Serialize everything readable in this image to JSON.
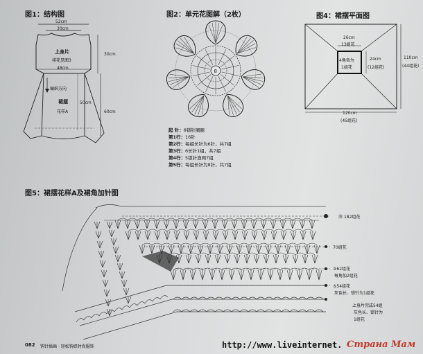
{
  "fig1": {
    "title": "图1：结构图",
    "dim_top1": "52cm",
    "dim_top2": "30cm",
    "upper_label": "上身片",
    "upper_sub": "排花见图3",
    "dim_mid": "48cm",
    "dim_right_top": "30cm",
    "direction": "编织方向",
    "dim_right_mid": "50cm",
    "dim_right_bot": "60cm",
    "skirt_label": "裙摆",
    "skirt_sub": "花样A"
  },
  "fig2": {
    "title": "图2：单元花图解（2枚）",
    "legend": [
      {
        "label": "起 针：",
        "text": "8锁针圈圈"
      },
      {
        "label": "第1行：",
        "text": "16针"
      },
      {
        "label": "第2行：",
        "text": "每组长针为6针，共7组"
      },
      {
        "label": "第3行：",
        "text": "6长针1组，共7组"
      },
      {
        "label": "第4行：",
        "text": "5锁针渔网7组"
      },
      {
        "label": "第5行：",
        "text": "每组长针为8针，共7组"
      }
    ]
  },
  "fig4": {
    "title": "图4：裙摆平面图",
    "inner_top": "26cm",
    "inner_top_sub": "13组花",
    "inner_center1": "4角各为",
    "inner_center2": "1组花",
    "inner_right": "24cm",
    "inner_right_sub": "(12组花)",
    "outer_right": "110cm",
    "outer_right_sub": "(44组花)",
    "outer_bottom": "120cm",
    "outer_bottom_sub": "(45组花)"
  },
  "fig5": {
    "title": "图5：裙摆花样A及裙角加针图",
    "marks": [
      {
        "num": "⑱",
        "text": "182组花"
      },
      {
        "num": "",
        "text": "70组花"
      },
      {
        "num": "②",
        "text": "62组花"
      },
      {
        "num": "",
        "text": "每角加2组花"
      },
      {
        "num": "⑤",
        "text": "54组花"
      },
      {
        "num": "",
        "text": "灰色长、锁针为1组花"
      },
      {
        "num": "",
        "text": "上身片完成54组"
      },
      {
        "num": "",
        "text": "灰色长、锁针为"
      },
      {
        "num": "",
        "text": "1组花"
      }
    ]
  },
  "footer": {
    "page": "082",
    "book": "钩针插画 · 轻松钩织时尚服饰",
    "url": "http://www.liveinternet.",
    "brand": "Страна Мам"
  }
}
